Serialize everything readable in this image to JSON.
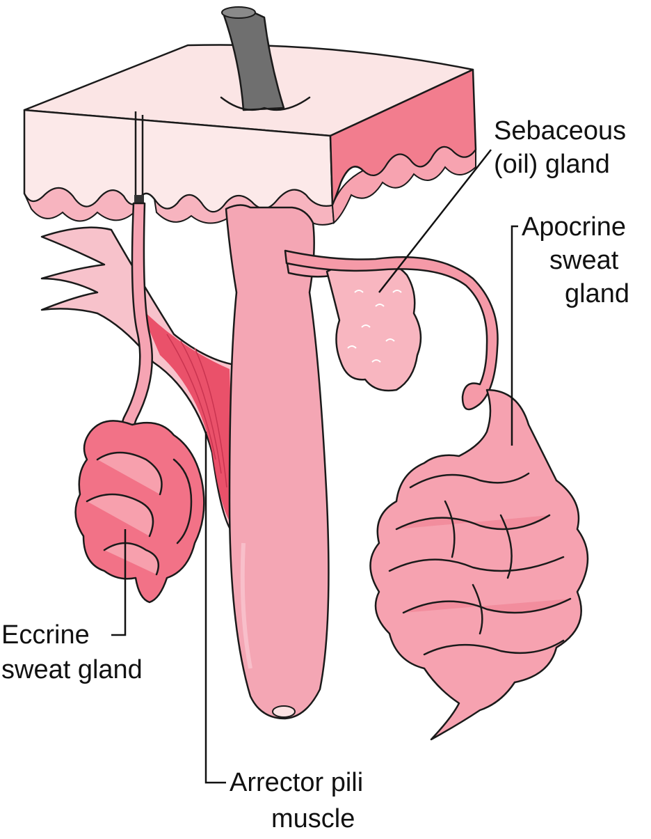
{
  "labels": {
    "sebaceous": [
      "Sebaceous",
      "(oil) gland"
    ],
    "apocrine": [
      "Apocrine",
      "sweat",
      "gland"
    ],
    "eccrine": [
      "Eccrine",
      "sweat gland"
    ],
    "arrector": [
      "Arrector pili",
      "muscle"
    ]
  },
  "colors": {
    "skin_top": "#fbe3e3",
    "skin_side": "#f27d8e",
    "dermis": "#f7b4bf",
    "follicle": "#f4a6b4",
    "gland": "#f59aa8",
    "eccrine": "#f27287",
    "muscle": "#e8455f",
    "hair": "#707070"
  }
}
